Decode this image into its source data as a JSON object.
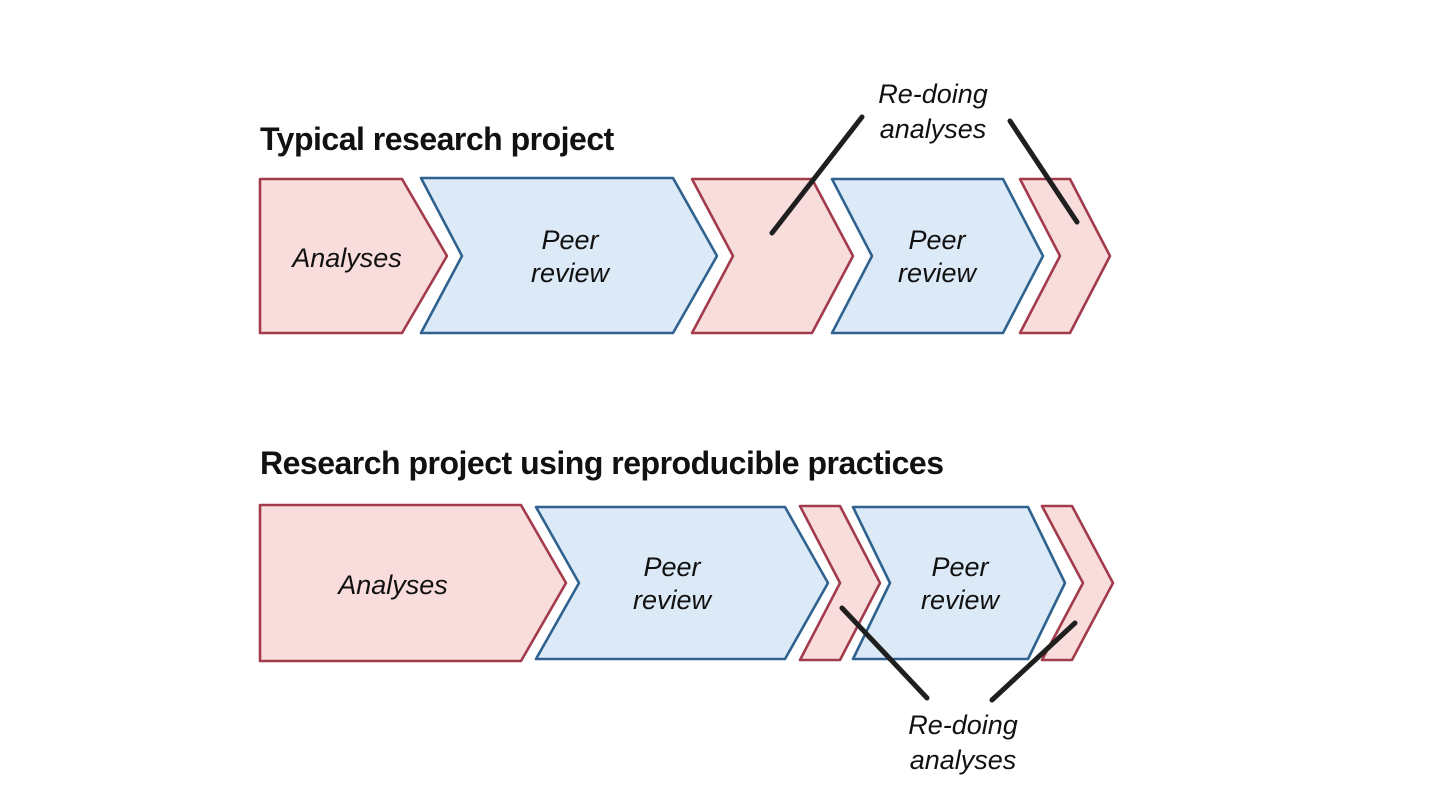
{
  "colors": {
    "background": "#ffffff",
    "pink_fill": "#f9dcdc",
    "pink_stroke": "#a23b4b",
    "blue_fill": "#dce9f7",
    "blue_stroke": "#2f628f",
    "annotation_line": "#1f1f1f",
    "text": "#111111"
  },
  "row1": {
    "title": "Typical research project",
    "analyses_label": "Analyses",
    "peer_review_1": {
      "line1": "Peer",
      "line2": "review"
    },
    "peer_review_2": {
      "line1": "Peer",
      "line2": "review"
    },
    "annotation": {
      "line1": "Re-doing",
      "line2": "analyses"
    }
  },
  "row2": {
    "title": "Research project using reproducible practices",
    "analyses_label": "Analyses",
    "peer_review_1": {
      "line1": "Peer",
      "line2": "review"
    },
    "peer_review_2": {
      "line1": "Peer",
      "line2": "review"
    },
    "annotation": {
      "line1": "Re-doing",
      "line2": "analyses"
    }
  }
}
